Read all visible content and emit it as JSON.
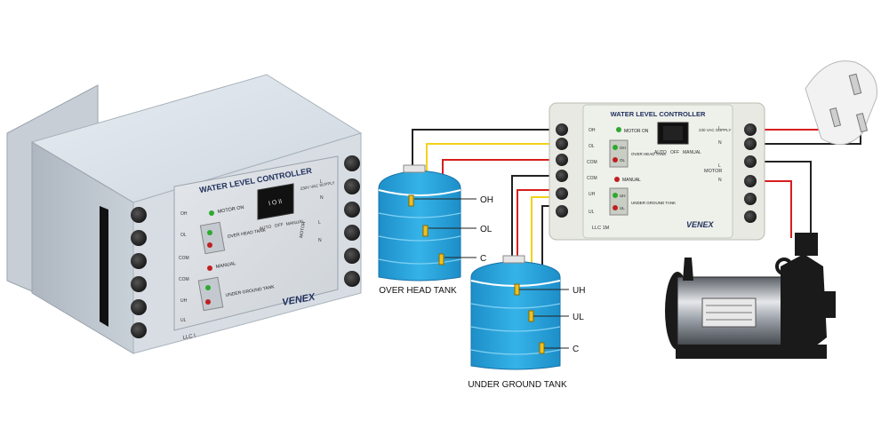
{
  "product": {
    "title": "WATER LEVEL CONTROLLER",
    "brand": "VENEX",
    "model": "LLC I",
    "indicators": {
      "motor_on": "MOTOR ON",
      "over_head_tank": "OVER HEAD TANK",
      "manual": "MANUAL",
      "under_ground_tank": "UNDER GROUND TANK"
    },
    "switch_labels": [
      "AUTO",
      "OFF",
      "MANUAL"
    ],
    "supply_label": "230V VAC SUPPLY",
    "motor_label": "MOTOR",
    "terminals_left": [
      "OH",
      "OL",
      "COM",
      "COM",
      "UH",
      "UL"
    ],
    "terminals_right": [
      "L",
      "N",
      "L",
      "N"
    ],
    "switch_face": "I O II"
  },
  "diagram": {
    "controller": {
      "title": "WATER LEVEL CONTROLLER",
      "brand": "VENEX",
      "model": "LLC 1M",
      "supply_label": "230 VAC SUPPLY",
      "motor_label": "MOTOR",
      "switch_labels": [
        "AUTO",
        "OFF",
        "MANUAL"
      ],
      "terminals_left": [
        "OH",
        "OL",
        "COM",
        "COM",
        "UH",
        "UL"
      ],
      "terminals_right": [
        "L",
        "N",
        "L",
        "N"
      ],
      "indicators": [
        "MOTOR ON",
        "OH",
        "OL",
        "OVER HEAD TANK",
        "MANUAL",
        "UH",
        "UL",
        "UNDER GROUND TANK"
      ]
    },
    "over_head_tank": {
      "caption": "OVER HEAD TANK",
      "probes": [
        "OH",
        "OL",
        "C"
      ]
    },
    "under_ground_tank": {
      "caption": "UNDER GROUND TANK",
      "probes": [
        "UH",
        "UL",
        "C"
      ]
    },
    "colors": {
      "water": "#1ea0d8",
      "wire_red": "#d81e1e",
      "wire_yellow": "#f2d21a",
      "wire_black": "#222222",
      "probe": "#f0c020"
    }
  }
}
